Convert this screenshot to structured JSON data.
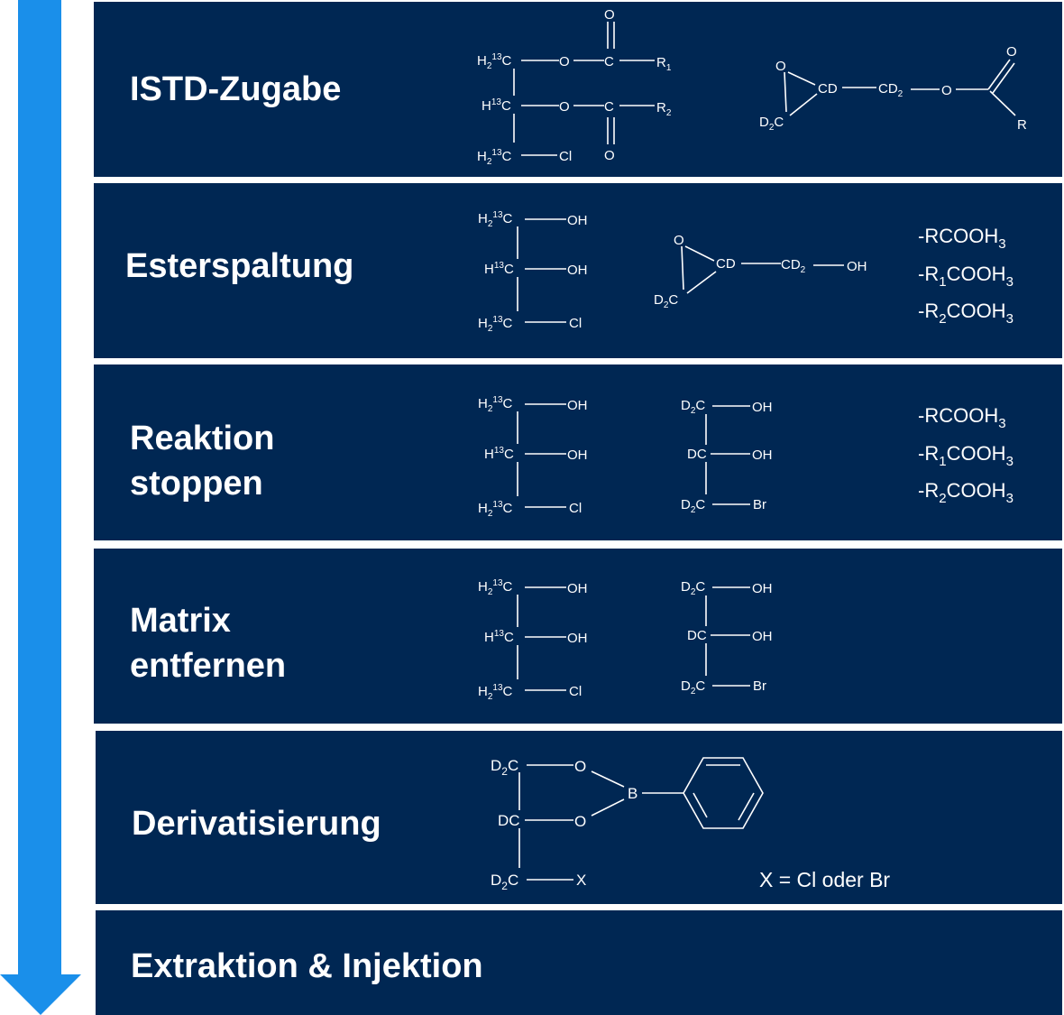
{
  "colors": {
    "panel_bg": "#002753",
    "arrow": "#1a8fea",
    "text": "#ffffff"
  },
  "arrow": {
    "icon": "down-arrow-icon"
  },
  "steps": [
    {
      "label_lines": [
        "ISTD-Zugabe"
      ],
      "structures": [
        "13C-labelled chloropropanediol diester",
        "deuterated glycidyl ester"
      ],
      "notes": []
    },
    {
      "label_lines": [
        "Esterspaltung"
      ],
      "structures": [
        "13C-labelled chloropropanediol",
        "deuterated glycidol"
      ],
      "notes": [
        "-RCOOH3",
        "-R1COOH3",
        "-R2COOH3"
      ]
    },
    {
      "label_lines": [
        "Reaktion",
        "stoppen"
      ],
      "structures": [
        "13C-labelled chloropropanediol",
        "deuterated bromopropanediol"
      ],
      "notes": [
        "-RCOOH3",
        "-R1COOH3",
        "-R2COOH3"
      ]
    },
    {
      "label_lines": [
        "Matrix",
        "entfernen"
      ],
      "structures": [
        "13C-labelled chloropropanediol",
        "deuterated bromopropanediol"
      ],
      "notes": []
    },
    {
      "label_lines": [
        "Derivatisierung"
      ],
      "structures": [
        "deuterated phenylboronic ester"
      ],
      "notes": [
        "X = Cl oder Br"
      ]
    },
    {
      "label_lines": [
        "Extraktion & Injektion"
      ],
      "structures": [],
      "notes": []
    }
  ]
}
